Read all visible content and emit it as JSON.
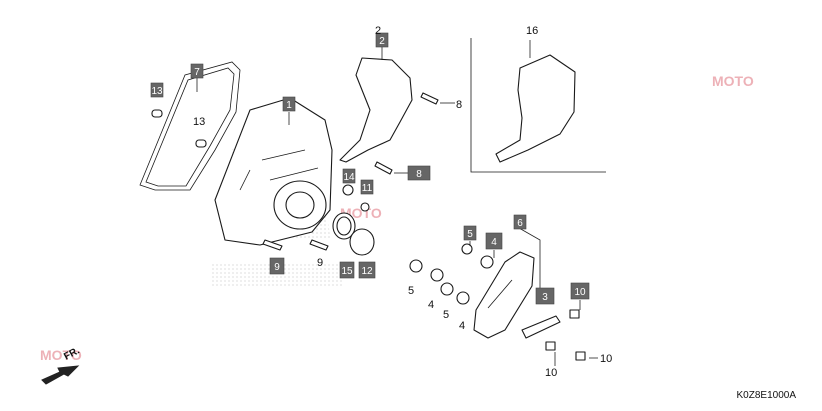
{
  "diagram": {
    "part_labels": [
      "1",
      "2",
      "2",
      "3",
      "4",
      "4",
      "4",
      "5",
      "5",
      "5",
      "6",
      "7",
      "8",
      "8",
      "9",
      "9",
      "10",
      "10",
      "10",
      "11",
      "12",
      "13",
      "13",
      "14",
      "15",
      "16"
    ],
    "watermark": "MOTO",
    "direction_label": "FR.",
    "figure_code": "K0Z8E1000A"
  }
}
